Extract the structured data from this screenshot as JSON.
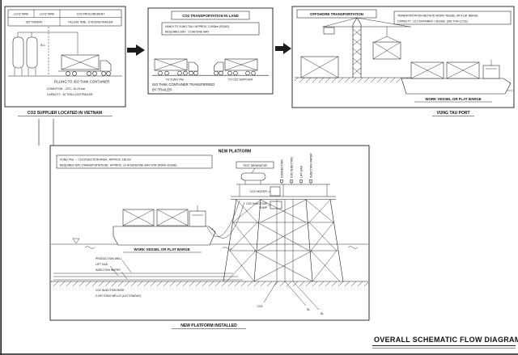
{
  "sheet": {
    "title": "OVERALL SCHEMATIC FLOW DIAGRAM"
  },
  "supplier": {
    "caption": "CO2 SUPPLIER LOCATED IN VIETNAM",
    "table": {
      "col1": "LCO2 TANK",
      "col2": "LCO2 TANK",
      "col3": "CO2 PROCUREMENT",
      "rate": "150 TON/DAY",
      "filling_time": "FILLING TIME : 6 HOURS/TRAILER"
    },
    "bl_label": "B.L.",
    "filling_label": "FILLING TO ISO TANK CONTAINER",
    "condition": "CONDITION : -20°C, 20-23 bar",
    "capacity": "CAPACITY : 20 TON-LCO2/TRAILER"
  },
  "land": {
    "header": "CO2 TRANSPORTATION IN LAND",
    "note_line1": "HANOI TO VUNG TAU / APPROX. 2,000km (ROAD)",
    "note_line2": "REQUIRED DAY : 3 DAY/ONE WAY",
    "truck_left_label": "TO VUNG TAU",
    "truck_right_label": "TO CO2 SUPPLIER",
    "caption_line1": "ISO TANK CONTAINER TRANSFERRED",
    "caption_line2": "BY TRAILER"
  },
  "offshore": {
    "header": "OFFSHORE TRANSPORTATION",
    "note_line1": "TRANSPORTATION METHOD WORK VESSEL OR FLAT BARGE",
    "note_line2": "CAPACITY : 13 CONTAINER / VESSEL (260 TON-LCO2)",
    "vessel_label": "WORK VESSEL OR FLAT BARGE",
    "caption": "VUNG TAU PORT"
  },
  "platform": {
    "header": "NEW PLATFORM",
    "note_line1": "VUNG TAU → CO2 INJECTION AREA : APPROX. 180 km",
    "note_line2": "REQUIRED DAY (TRANSPORTATION) : APPROX. 10 HOURS/ONE WAY FOR WORK VESSEL",
    "vessel_label": "WORK VESSEL OR FLAT BARGE",
    "test_separator": "TEST SEPARATOR",
    "riser_labels": [
      "CONNECTION",
      "CO2 INJECTION",
      "LIFT GAS",
      "INJECTION WATER"
    ],
    "heater_label": "CO2 HEATER",
    "pump_label_line1": "CO2 INJECTION",
    "pump_label_line2": "PUMP",
    "pipeline_labels": [
      "PRODUCTION WELL",
      "LIFT GAS",
      "INJECTION WATER"
    ],
    "rate_line1": "CO2 INJECTION RATE :",
    "rate_line2": "2,000 TON/2 WELLS (143 TON/DAY)",
    "well_labels": [
      "CO2",
      "GL",
      "GL"
    ],
    "caption": "NEW PLATFORM INSTALLED"
  }
}
